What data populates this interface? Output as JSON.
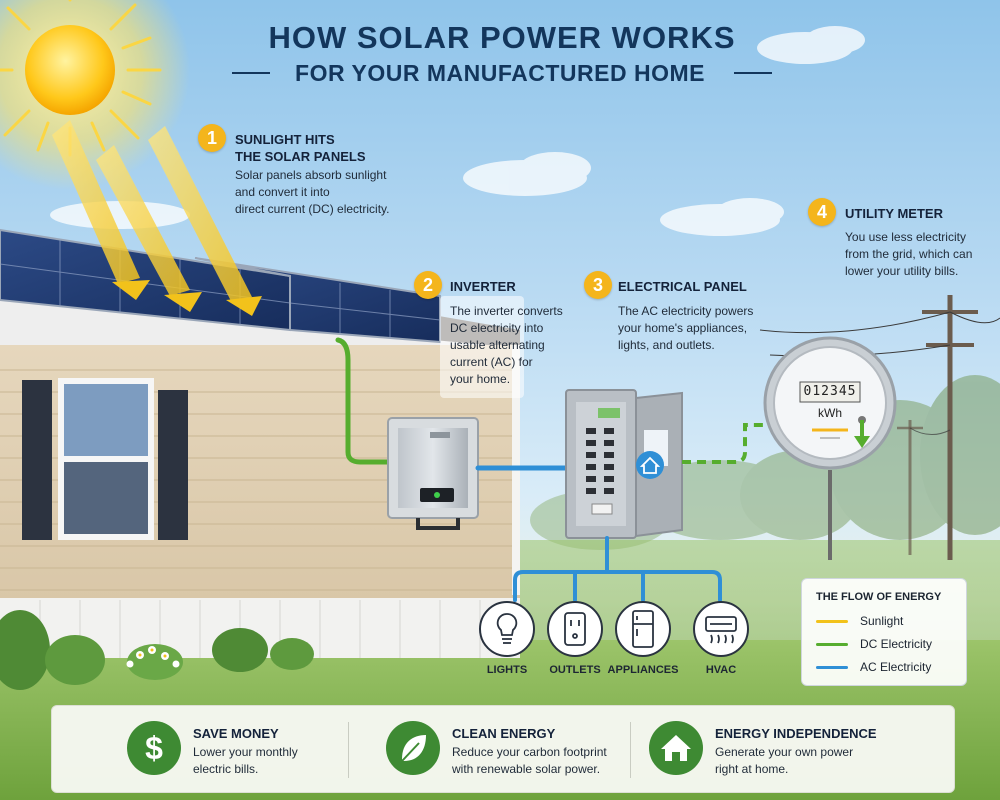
{
  "title": {
    "line1": "HOW SOLAR POWER WORKS",
    "line2": "FOR YOUR MANUFACTURED HOME"
  },
  "steps": [
    {
      "number": "1",
      "title_lines": [
        "SUNLIGHT HITS",
        "THE SOLAR PANELS"
      ],
      "desc_lines": [
        "Solar panels absorb sunlight",
        "and convert it into",
        "direct current (DC) electricity."
      ]
    },
    {
      "number": "2",
      "title_lines": [
        "INVERTER"
      ],
      "desc_lines": [
        "The inverter converts",
        "DC electricity into",
        "usable alternating",
        "current (AC) for",
        "your home."
      ]
    },
    {
      "number": "3",
      "title_lines": [
        "ELECTRICAL PANEL"
      ],
      "desc_lines": [
        "The AC electricity powers",
        "your home's appliances,",
        "lights, and outlets."
      ]
    },
    {
      "number": "4",
      "title_lines": [
        "UTILITY METER"
      ],
      "desc_lines": [
        "You use less electricity",
        "from the grid, which can",
        "lower your utility bills."
      ]
    }
  ],
  "meter": {
    "reading": "012345",
    "unit": "kWh"
  },
  "appliances": [
    {
      "label": "LIGHTS",
      "icon": "lightbulb-icon"
    },
    {
      "label": "OUTLETS",
      "icon": "outlet-icon"
    },
    {
      "label": "APPLIANCES",
      "icon": "refrigerator-icon"
    },
    {
      "label": "HVAC",
      "icon": "hvac-icon"
    }
  ],
  "legend": {
    "title": "THE FLOW OF ENERGY",
    "items": [
      {
        "label": "Sunlight",
        "color": "#f2c21b"
      },
      {
        "label": "DC Electricity",
        "color": "#56ad2e"
      },
      {
        "label": "AC Electricity",
        "color": "#2f8fd6"
      }
    ]
  },
  "benefits": [
    {
      "title": "SAVE MONEY",
      "text_lines": [
        "Lower your monthly",
        "electric bills."
      ],
      "icon": "dollar-icon"
    },
    {
      "title": "CLEAN ENERGY",
      "text_lines": [
        "Reduce your carbon footprint",
        "with renewable solar power."
      ],
      "icon": "leaf-icon"
    },
    {
      "title": "ENERGY INDEPENDENCE",
      "text_lines": [
        "Generate your own power",
        "right at home."
      ],
      "icon": "house-icon"
    }
  ],
  "colors": {
    "title": "#13365c",
    "badge": "#f4b51c",
    "sunlight": "#f2c21b",
    "dc": "#56ad2e",
    "ac": "#2f8fd6",
    "benefit_icon": "#3e8a33"
  }
}
